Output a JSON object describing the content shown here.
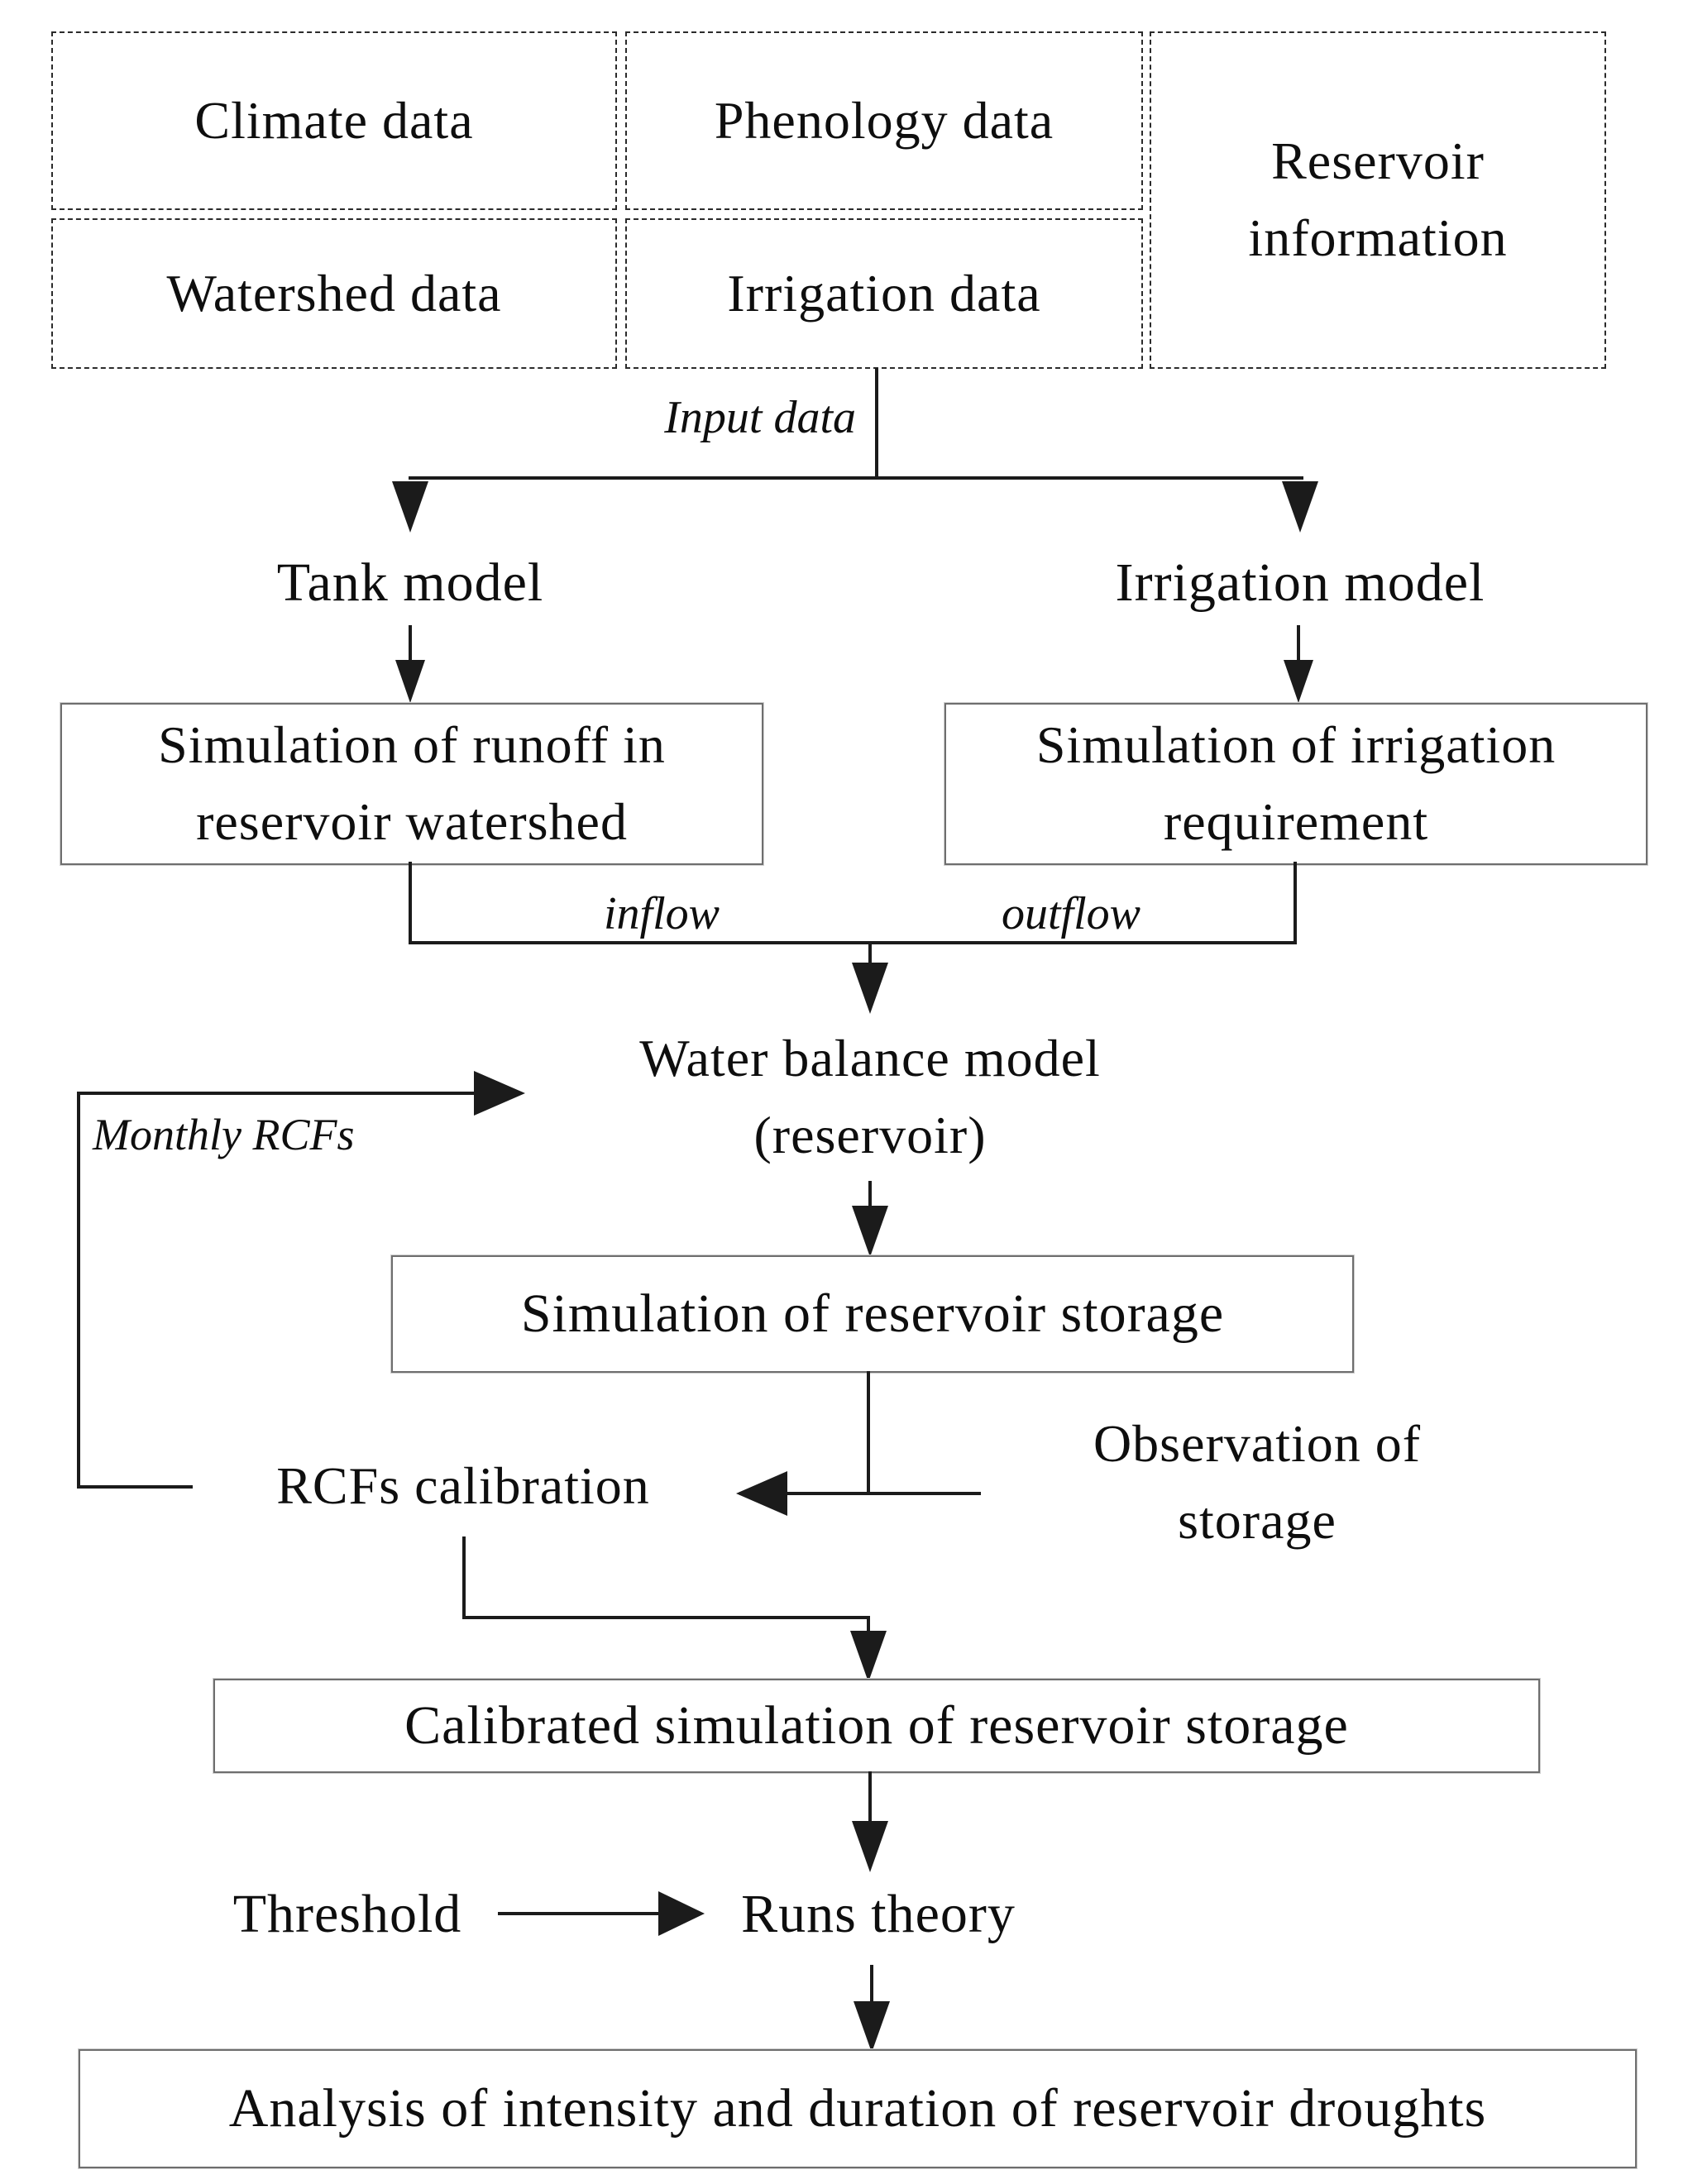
{
  "figure": {
    "colors": {
      "background": "#ffffff",
      "text": "#0e0e0e",
      "line": "#1b1b1b",
      "box_border": "#6e6e6e",
      "dash_border": "#2b2b2b"
    },
    "input_boxes": {
      "climate": {
        "lines": [
          "Climate data"
        ]
      },
      "phenology": {
        "lines": [
          "Phenology data"
        ]
      },
      "reservoir_info": {
        "lines": [
          "Reservoir",
          "information"
        ]
      },
      "watershed": {
        "lines": [
          "Watershed data"
        ]
      },
      "irrigation_data": {
        "lines": [
          "Irrigation data"
        ]
      }
    },
    "edge_labels": {
      "input_data": "Input data",
      "inflow": "inflow",
      "outflow": "outflow",
      "monthly_rcfs": "Monthly RCFs"
    },
    "nodes": {
      "tank_model": {
        "lines": [
          "Tank model"
        ]
      },
      "irrigation_model": {
        "lines": [
          "Irrigation model"
        ]
      },
      "runoff_sim": {
        "lines": [
          "Simulation of runoff in",
          "reservoir watershed"
        ]
      },
      "irrigation_sim": {
        "lines": [
          "Simulation of irrigation",
          "requirement"
        ]
      },
      "water_balance": {
        "lines": [
          "Water balance model",
          "(reservoir)"
        ]
      },
      "storage_sim": {
        "lines": [
          "Simulation of reservoir storage"
        ]
      },
      "rcfs_calibration": {
        "lines": [
          "RCFs calibration"
        ]
      },
      "observation": {
        "lines": [
          "Observation of",
          "storage"
        ]
      },
      "calibrated_sim": {
        "lines": [
          "Calibrated simulation of reservoir storage"
        ]
      },
      "threshold": {
        "lines": [
          "Threshold"
        ]
      },
      "runs_theory": {
        "lines": [
          "Runs theory"
        ]
      },
      "analysis": {
        "lines": [
          "Analysis of intensity and duration of reservoir droughts"
        ]
      }
    }
  }
}
